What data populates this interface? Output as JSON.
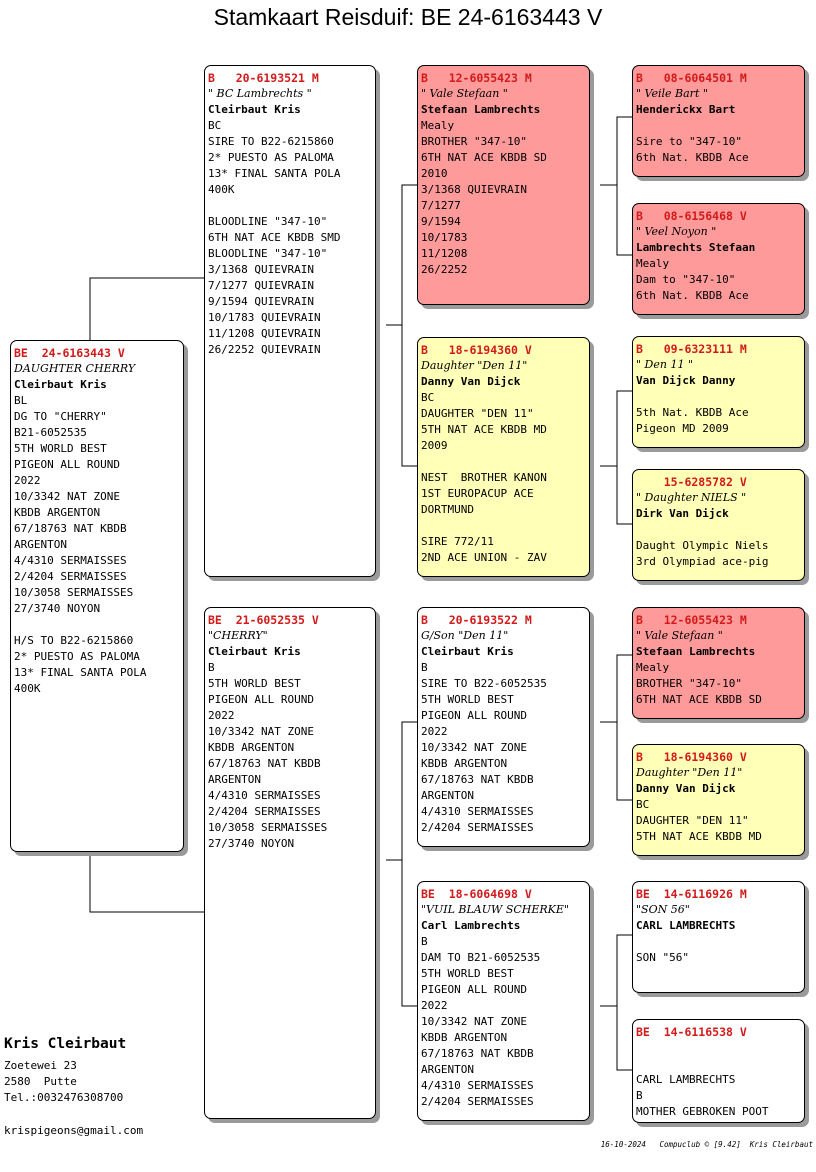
{
  "title": "Stamkaart Reisduif: BE  24-6163443 V",
  "cards": [
    {
      "id": "subject",
      "style": "white",
      "ring": "BE  24-6163443 V",
      "name": "DAUGHTER CHERRY",
      "owner": "Cleirbaut Kris",
      "lines": [
        "BL",
        "DG TO \"CHERRY\"",
        "B21-6052535",
        "5TH WORLD BEST",
        "PIGEON ALL ROUND",
        "2022",
        "10/3342 NAT ZONE",
        "KBDB ARGENTON",
        "67/18763 NAT KBDB",
        "ARGENTON",
        "4/4310 SERMAISSES",
        "2/4204 SERMAISSES",
        "10/3058 SERMAISSES",
        "27/3740 NOYON",
        "",
        "H/S TO B22-6215860",
        "2* PUESTO AS PALOMA",
        "13* FINAL SANTA POLA",
        "400K"
      ]
    },
    {
      "id": "sire",
      "style": "white",
      "ring": "B   20-6193521 M",
      "name": "\" BC Lambrechts \"",
      "owner": "Cleirbaut Kris",
      "lines": [
        "BC",
        "SIRE TO B22-6215860",
        "2* PUESTO AS PALOMA",
        "13* FINAL SANTA POLA",
        "400K",
        "",
        "BLOODLINE \"347-10\"",
        "6TH NAT ACE KBDB SMD",
        "BLOODLINE \"347-10\"",
        "3/1368 QUIEVRAIN",
        "7/1277 QUIEVRAIN",
        "9/1594 QUIEVRAIN",
        "10/1783 QUIEVRAIN",
        "11/1208 QUIEVRAIN",
        "26/2252 QUIEVRAIN"
      ]
    },
    {
      "id": "dam",
      "style": "white",
      "ring": "BE  21-6052535 V",
      "name": "\"CHERRY\"",
      "owner": "Cleirbaut Kris",
      "lines": [
        "B",
        "5TH WORLD BEST",
        "PIGEON ALL ROUND",
        "2022",
        "10/3342 NAT ZONE",
        "KBDB ARGENTON",
        "67/18763 NAT KBDB",
        "ARGENTON",
        "4/4310 SERMAISSES",
        "2/4204 SERMAISSES",
        "10/3058 SERMAISSES",
        "27/3740 NOYON"
      ]
    },
    {
      "id": "ss",
      "style": "red",
      "ring": "B   12-6055423 M",
      "name": "\" Vale Stefaan \"",
      "owner": "Stefaan Lambrechts",
      "lines": [
        "Mealy",
        "BROTHER \"347-10\"",
        "6TH NAT ACE KBDB SD",
        "2010",
        "3/1368 QUIEVRAIN",
        "7/1277",
        "9/1594",
        "10/1783",
        "11/1208",
        "26/2252"
      ]
    },
    {
      "id": "sd",
      "style": "yellow",
      "ring": "B   18-6194360 V",
      "name": "Daughter \"Den 11\"",
      "owner": "Danny Van Dijck",
      "lines": [
        "BC",
        "DAUGHTER \"DEN 11\"",
        "5TH NAT ACE KBDB MD",
        "2009",
        "",
        "NEST  BROTHER KANON",
        "1ST EUROPACUP ACE",
        "DORTMUND",
        "",
        "SIRE 772/11",
        "2ND ACE UNION - ZAV"
      ]
    },
    {
      "id": "ds",
      "style": "white",
      "ring": "B   20-6193522 M",
      "name": "G/Son \"Den 11\"",
      "owner": "Cleirbaut Kris",
      "lines": [
        "B",
        "SIRE TO B22-6052535",
        "5TH WORLD BEST",
        "PIGEON ALL ROUND",
        "2022",
        "10/3342 NAT ZONE",
        "KBDB ARGENTON",
        "67/18763 NAT KBDB",
        "ARGENTON",
        "4/4310 SERMAISSES",
        "2/4204 SERMAISSES"
      ]
    },
    {
      "id": "dd",
      "style": "white",
      "ring": "BE  18-6064698 V",
      "name": "\"VUIL BLAUW SCHERKE\"",
      "owner": "Carl Lambrechts",
      "lines": [
        "B",
        "DAM TO B21-6052535",
        "5TH WORLD BEST",
        "PIGEON ALL ROUND",
        "2022",
        "10/3342 NAT ZONE",
        "KBDB ARGENTON",
        "67/18763 NAT KBDB",
        "ARGENTON",
        "4/4310 SERMAISSES",
        "2/4204 SERMAISSES"
      ]
    },
    {
      "id": "sss",
      "style": "red",
      "ring": "B   08-6064501 M",
      "name": "\" Veile Bart \"",
      "owner": "Henderickx Bart",
      "lines": [
        "",
        "Sire to \"347-10\"",
        "6th Nat. KBDB Ace"
      ]
    },
    {
      "id": "ssd",
      "style": "red",
      "ring": "B   08-6156468 V",
      "name": "\" Veel Noyon \"",
      "owner": "Lambrechts Stefaan",
      "lines": [
        "Mealy",
        "Dam to \"347-10\"",
        "6th Nat. KBDB Ace"
      ]
    },
    {
      "id": "sds",
      "style": "yellow",
      "ring": "B   09-6323111 M",
      "name": "\" Den 11 \"",
      "owner": "Van Dijck Danny",
      "lines": [
        "",
        "5th Nat. KBDB Ace",
        "Pigeon MD 2009"
      ]
    },
    {
      "id": "sdd",
      "style": "yellow",
      "ring": "    15-6285782 V",
      "name": "\" Daughter NIELS \"",
      "owner": "Dirk Van Dijck",
      "lines": [
        "",
        "Daught Olympic Niels",
        "3rd Olympiad ace-pig"
      ]
    },
    {
      "id": "dss",
      "style": "red",
      "ring": "B   12-6055423 M",
      "name": "\" Vale Stefaan \"",
      "owner": "Stefaan Lambrechts",
      "lines": [
        "Mealy",
        "BROTHER \"347-10\"",
        "6TH NAT ACE KBDB SD"
      ]
    },
    {
      "id": "dsd",
      "style": "yellow",
      "ring": "B   18-6194360 V",
      "name": "Daughter \"Den 11\"",
      "owner": "Danny Van Dijck",
      "lines": [
        "BC",
        "DAUGHTER \"DEN 11\"",
        "5TH NAT ACE KBDB MD"
      ]
    },
    {
      "id": "dds",
      "style": "white",
      "ring": "BE  14-6116926 M",
      "name": "\"SON 56\"",
      "owner": "CARL LAMBRECHTS",
      "lines": [
        "",
        "SON \"56\""
      ]
    },
    {
      "id": "ddd",
      "style": "white",
      "ring": "BE  14-6116538 V",
      "name": "",
      "owner": "",
      "lines": [
        "CARL LAMBRECHTS",
        "B",
        "MOTHER GEBROKEN POOT"
      ]
    }
  ],
  "breeder": {
    "name": "Kris Cleirbaut",
    "lines": [
      "Zoetewei 23",
      "2580  Putte",
      "Tel.:0032476308700"
    ],
    "email": "krispigeons@gmail.com"
  },
  "footer": "16-10-2024   Compuclub © [9.42]  Kris Cleirbaut"
}
